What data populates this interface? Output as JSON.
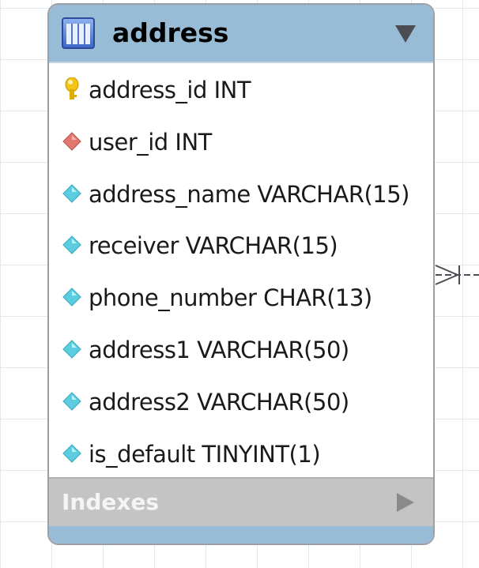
{
  "table": {
    "name": "address",
    "icon": "table-icon",
    "columns": [
      {
        "label": "address_id INT",
        "icon": "primary-key-icon"
      },
      {
        "label": "user_id INT",
        "icon": "foreign-key-icon"
      },
      {
        "label": "address_name VARCHAR(15)",
        "icon": "column-icon"
      },
      {
        "label": "receiver VARCHAR(15)",
        "icon": "column-icon"
      },
      {
        "label": "phone_number CHAR(13)",
        "icon": "column-icon"
      },
      {
        "label": "address1 VARCHAR(50)",
        "icon": "column-icon"
      },
      {
        "label": "address2 VARCHAR(50)",
        "icon": "column-icon"
      },
      {
        "label": "is_default TINYINT(1)",
        "icon": "column-icon"
      }
    ],
    "indexes_label": "Indexes"
  },
  "colors": {
    "header": "#98bcd6",
    "primary_key": "#f0c020",
    "foreign_key": "#e07870",
    "column": "#60d0e0",
    "indexes_bar": "#c4c4c4"
  }
}
